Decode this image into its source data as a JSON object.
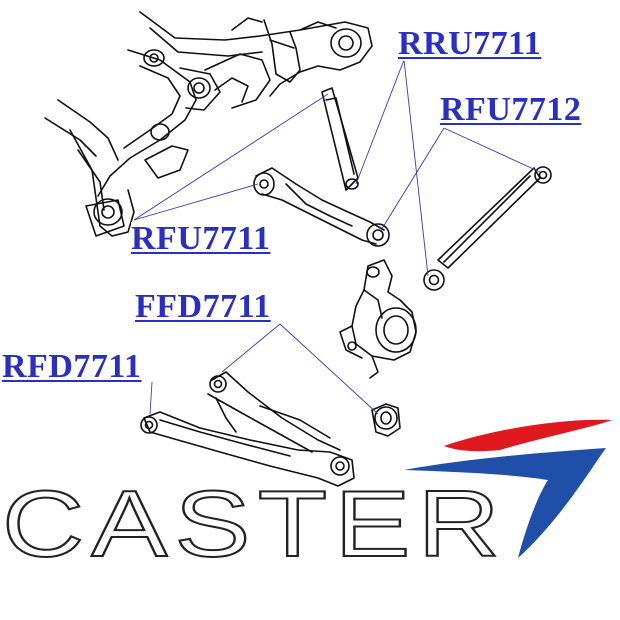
{
  "labels": {
    "rru7711": "RRU7711",
    "rfu7712": "RFU7712",
    "rfu7711": "RFU7711",
    "ffd7711": "FFD7711",
    "rfd7711": "RFD7711"
  },
  "brand": {
    "name": "CASTER",
    "swoosh_red": "#e0191f",
    "swoosh_blue": "#1f4fa8"
  },
  "colors": {
    "label": "#2b2fc0",
    "leader_line": "#3a3ab0",
    "drawing": "#111111"
  }
}
